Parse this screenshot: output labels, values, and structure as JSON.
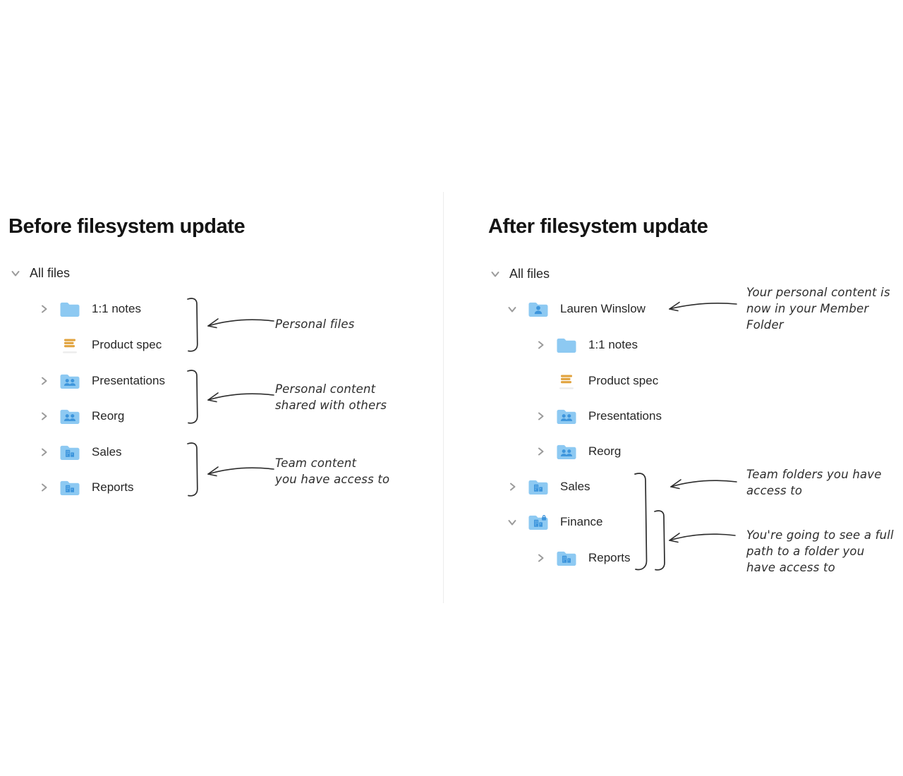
{
  "left": {
    "title": "Before filesystem update",
    "root": {
      "label": "All files",
      "state": "expanded"
    },
    "rows": [
      {
        "label": "1:1 notes",
        "icon": "folder-icon",
        "chevron": "right"
      },
      {
        "label": "Product spec",
        "icon": "paper-doc-icon",
        "chevron": "none"
      },
      {
        "label": "Presentations",
        "icon": "shared-folder-icon",
        "chevron": "right"
      },
      {
        "label": "Reorg",
        "icon": "shared-folder-icon",
        "chevron": "right"
      },
      {
        "label": "Sales",
        "icon": "team-folder-icon",
        "chevron": "right"
      },
      {
        "label": "Reports",
        "icon": "team-folder-icon",
        "chevron": "right"
      }
    ],
    "annotations": [
      {
        "lines": [
          "Personal files"
        ]
      },
      {
        "lines": [
          "Personal content",
          "shared with others"
        ]
      },
      {
        "lines": [
          "Team content",
          "you have access to"
        ]
      }
    ]
  },
  "right": {
    "title": "After filesystem update",
    "root": {
      "label": "All files",
      "state": "expanded"
    },
    "rows": [
      {
        "label": "Lauren Winslow",
        "icon": "member-folder-icon",
        "chevron": "down",
        "level": 1
      },
      {
        "label": "1:1 notes",
        "icon": "folder-icon",
        "chevron": "right",
        "level": 2
      },
      {
        "label": "Product spec",
        "icon": "paper-doc-icon",
        "chevron": "none",
        "level": 2
      },
      {
        "label": "Presentations",
        "icon": "shared-folder-icon",
        "chevron": "right",
        "level": 2
      },
      {
        "label": "Reorg",
        "icon": "shared-folder-icon",
        "chevron": "right",
        "level": 2
      },
      {
        "label": "Sales",
        "icon": "team-folder-icon",
        "chevron": "right",
        "level": 1
      },
      {
        "label": "Finance",
        "icon": "team-folder-lock-icon",
        "chevron": "down",
        "level": 1
      },
      {
        "label": "Reports",
        "icon": "team-folder-icon",
        "chevron": "right",
        "level": 2
      }
    ],
    "annotations": [
      {
        "lines": [
          "Your personal content is",
          "now in your Member",
          "Folder"
        ]
      },
      {
        "lines": [
          "Team folders you have",
          "access to"
        ]
      },
      {
        "lines": [
          "You're going to see a full",
          "path to a folder you",
          "have access to"
        ]
      }
    ]
  },
  "colors": {
    "folder_blue": "#8dc9f2",
    "glyph_blue": "#3d95dc",
    "doc_orange": "#e1a33e",
    "annotation_ink": "#2d2d2d",
    "chevron_grey": "#9b9b9b",
    "divider_grey": "#ececec"
  }
}
